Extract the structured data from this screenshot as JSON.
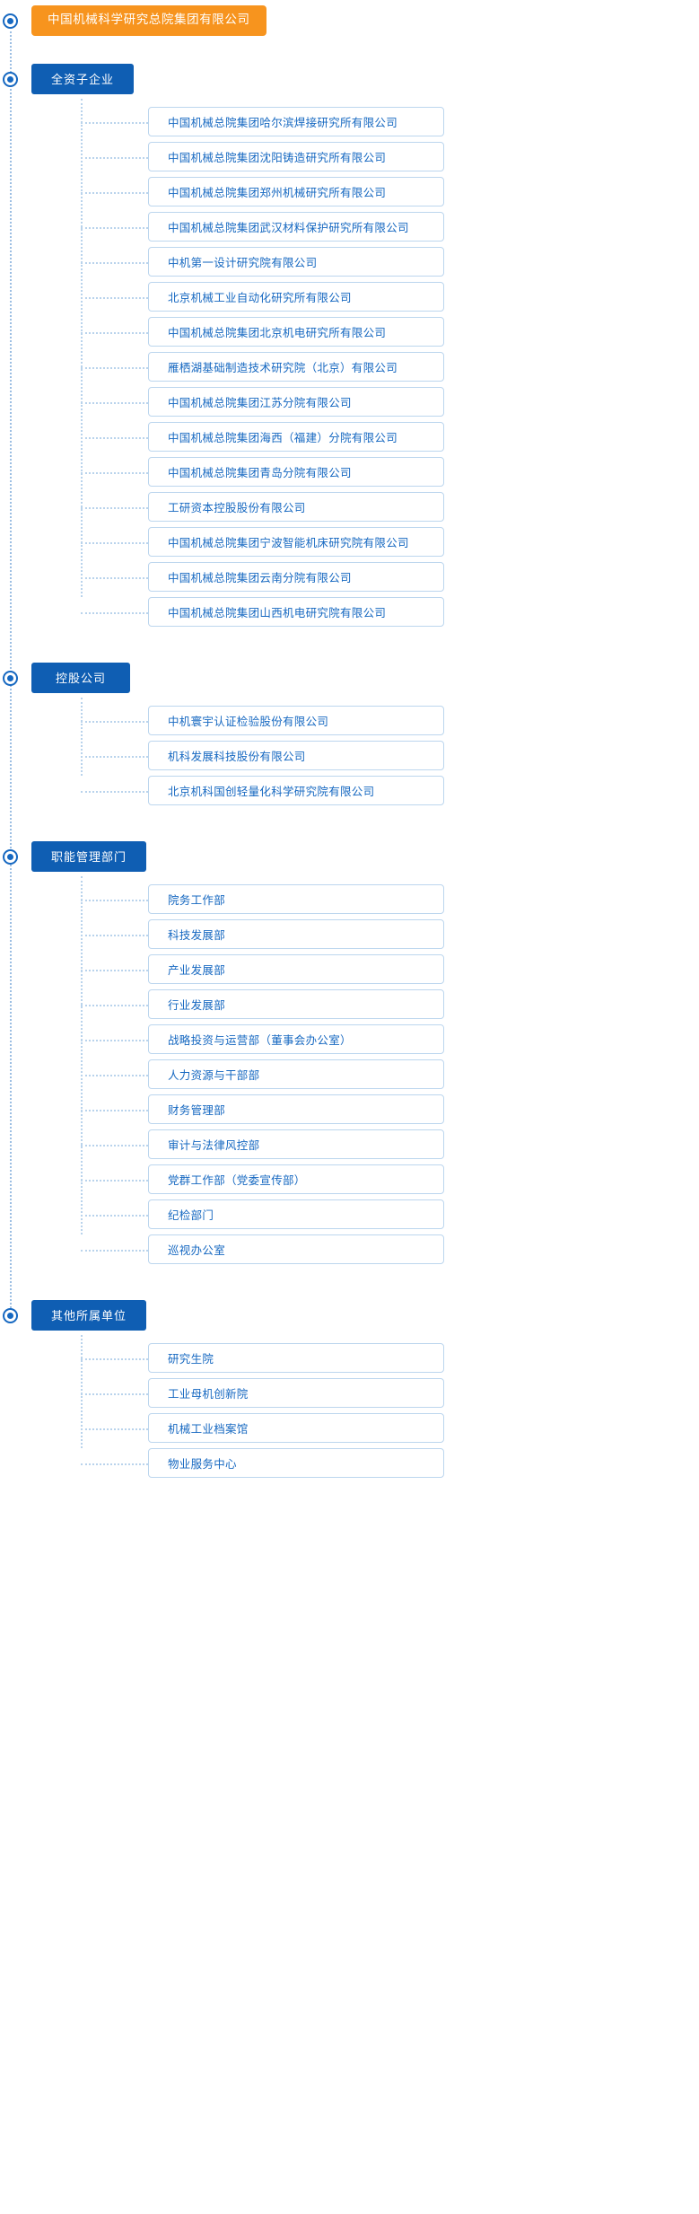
{
  "colors": {
    "root_bg": "#f7941e",
    "group_bg": "#0f5eb3",
    "node_text": "#1668c1",
    "line": "#b9d3ec",
    "box_border": "#bcd6ee"
  },
  "root": {
    "label": "中国机械科学研究总院集团有限公司"
  },
  "groups": [
    {
      "label": "全资子企业",
      "children": [
        "中国机械总院集团哈尔滨焊接研究所有限公司",
        "中国机械总院集团沈阳铸造研究所有限公司",
        "中国机械总院集团郑州机械研究所有限公司",
        "中国机械总院集团武汉材料保护研究所有限公司",
        "中机第一设计研究院有限公司",
        "北京机械工业自动化研究所有限公司",
        "中国机械总院集团北京机电研究所有限公司",
        "雁栖湖基础制造技术研究院（北京）有限公司",
        "中国机械总院集团江苏分院有限公司",
        "中国机械总院集团海西（福建）分院有限公司",
        "中国机械总院集团青岛分院有限公司",
        "工研资本控股股份有限公司",
        "中国机械总院集团宁波智能机床研究院有限公司",
        "中国机械总院集团云南分院有限公司",
        "中国机械总院集团山西机电研究院有限公司"
      ]
    },
    {
      "label": "控股公司",
      "children": [
        "中机寰宇认证检验股份有限公司",
        "机科发展科技股份有限公司",
        "北京机科国创轻量化科学研究院有限公司"
      ]
    },
    {
      "label": "职能管理部门",
      "children": [
        "院务工作部",
        "科技发展部",
        "产业发展部",
        "行业发展部",
        "战略投资与运营部（董事会办公室）",
        "人力资源与干部部",
        "财务管理部",
        "审计与法律风控部",
        "党群工作部（党委宣传部）",
        "纪检部门",
        "巡视办公室"
      ]
    },
    {
      "label": "其他所属单位",
      "children": [
        "研究生院",
        "工业母机创新院",
        "机械工业档案馆",
        "物业服务中心"
      ]
    }
  ]
}
